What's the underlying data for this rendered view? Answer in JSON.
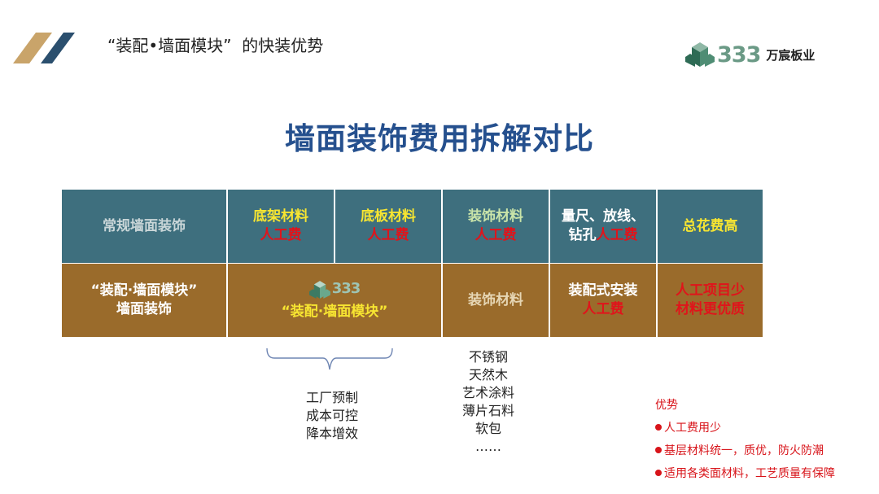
{
  "header": {
    "title": "“装配•墙面模块”  的快装优势",
    "brand_number": "333",
    "brand_name": "万宸板业"
  },
  "main_title": "墙面装饰费用拆解对比",
  "table": {
    "row1": {
      "label": "常规墙面装饰",
      "cells": [
        {
          "line1": "底架材料",
          "line2": "人工费"
        },
        {
          "line1": "底板材料",
          "line2": "人工费"
        },
        {
          "line1": "装饰材料",
          "line2": "人工费"
        },
        {
          "line1": "量尺、放线、",
          "line2a": "钻孔",
          "line2b": "人工费"
        },
        {
          "line1": "总花费高"
        }
      ]
    },
    "row2": {
      "label_line1": "“装配·墙面模块”",
      "label_line2": "墙面装饰",
      "module_logo_number": "333",
      "module_name": "“装配·墙面模块”",
      "decoration": "装饰材料",
      "install_line1": "装配式安装",
      "install_line2": "人工费",
      "result_line1": "人工项目少",
      "result_line2": "材料更优质"
    }
  },
  "factory_list": [
    "工厂预制",
    "成本可控",
    "降本增效"
  ],
  "materials_list": [
    "不锈钢",
    "天然木",
    "艺术涂料",
    "薄片石料",
    "软包",
    "……"
  ],
  "advantages": {
    "title": "优势",
    "items": [
      "人工费用少",
      "基层材料统一，质优，防火防潮",
      "适用各类面材料，工艺质量有保障"
    ]
  },
  "colors": {
    "header_row": "#3e6f7e",
    "module_row": "#9a6b2b",
    "title_blue": "#25508e",
    "accent_red": "#e0141b",
    "accent_yellow": "#f7e531"
  }
}
